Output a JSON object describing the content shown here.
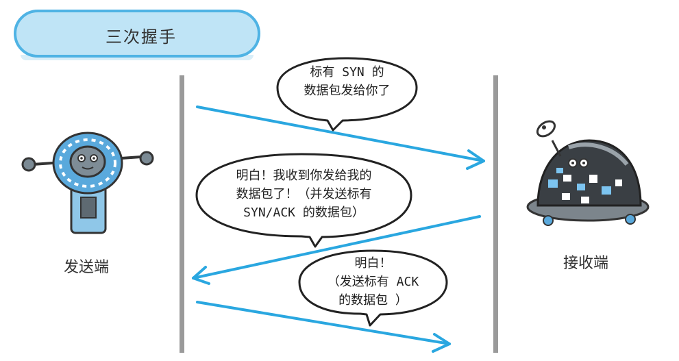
{
  "title": "三次握手",
  "sender_label": "发送端",
  "receiver_label": "接收端",
  "bubble1": {
    "line1": "标有 SYN 的",
    "line2": "数据包发给你了"
  },
  "bubble2": {
    "line1": "明白！我收到你发给我的",
    "line2": "数据包了！（并发送标有",
    "line3": "SYN/ACK 的数据包）"
  },
  "bubble3": {
    "line1": "明白！",
    "line2": "（发送标有 ACK",
    "line3": "的数据包 ）"
  },
  "colors": {
    "arrow": "#2aa7e0",
    "line": "#9a9a9a",
    "pill_fill": "#bfe4f6",
    "pill_border": "#4fb3e4"
  }
}
